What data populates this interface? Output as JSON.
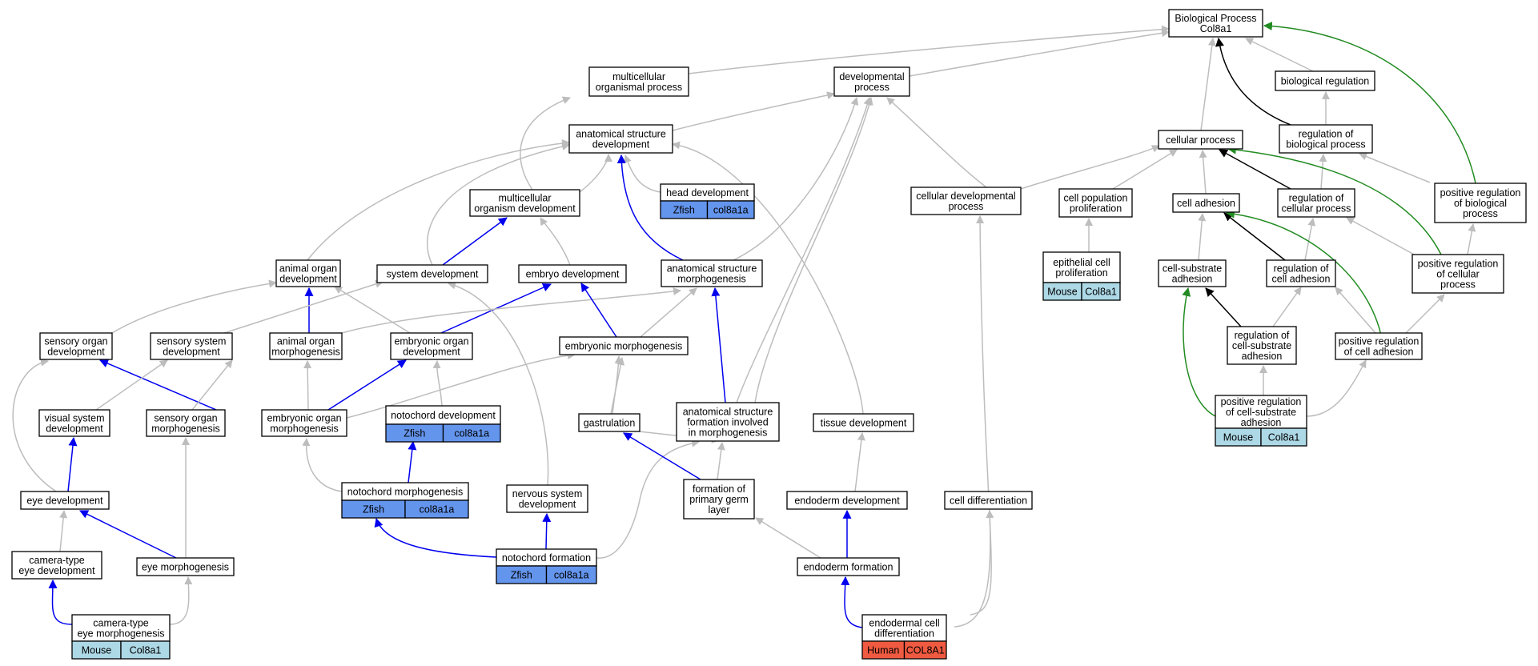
{
  "colors": {
    "gray": "#bdbdbd",
    "black": "#000000",
    "blue": "#0000ee",
    "green": "#228b22",
    "mouse": "#add8e6",
    "zfish": "#6495ed",
    "human": "#f05a40"
  },
  "nodes": {
    "bp": {
      "lines": [
        "Biological Process",
        "Col8a1"
      ]
    },
    "mop": {
      "lines": [
        "multicellular",
        "organismal process"
      ]
    },
    "dp": {
      "lines": [
        "developmental",
        "process"
      ]
    },
    "br": {
      "lines": [
        "biological regulation"
      ]
    },
    "asd": {
      "lines": [
        "anatomical structure",
        "development"
      ]
    },
    "cp": {
      "lines": [
        "cellular process"
      ]
    },
    "rbp": {
      "lines": [
        "regulation of",
        "biological process"
      ]
    },
    "hd": {
      "lines": [
        "head development"
      ],
      "species": [
        "Zfish",
        "col8a1a"
      ],
      "sp": "zfish"
    },
    "mod": {
      "lines": [
        "multicellular",
        "organism development"
      ]
    },
    "cdp": {
      "lines": [
        "cellular developmental",
        "process"
      ]
    },
    "cpp": {
      "lines": [
        "cell population",
        "proliferation"
      ]
    },
    "ca": {
      "lines": [
        "cell adhesion"
      ]
    },
    "rcp": {
      "lines": [
        "regulation of",
        "cellular process"
      ]
    },
    "prbp": {
      "lines": [
        "positive regulation",
        "of biological",
        "process"
      ]
    },
    "aod": {
      "lines": [
        "animal organ",
        "development"
      ]
    },
    "sd": {
      "lines": [
        "system development"
      ]
    },
    "ed": {
      "lines": [
        "embryo development"
      ]
    },
    "asm": {
      "lines": [
        "anatomical structure",
        "morphogenesis"
      ]
    },
    "ecp": {
      "lines": [
        "epithelial cell",
        "proliferation"
      ],
      "species": [
        "Mouse",
        "Col8a1"
      ],
      "sp": "mouse"
    },
    "csa": {
      "lines": [
        "cell-substrate",
        "adhesion"
      ]
    },
    "rca": {
      "lines": [
        "regulation of",
        "cell adhesion"
      ]
    },
    "prcp": {
      "lines": [
        "positive regulation",
        "of cellular",
        "process"
      ]
    },
    "sod": {
      "lines": [
        "sensory organ",
        "development"
      ]
    },
    "ssd": {
      "lines": [
        "sensory system",
        "development"
      ]
    },
    "aom": {
      "lines": [
        "animal organ",
        "morphogenesis"
      ]
    },
    "eod": {
      "lines": [
        "embryonic organ",
        "development"
      ]
    },
    "em": {
      "lines": [
        "embryonic morphogenesis"
      ]
    },
    "rcsa": {
      "lines": [
        "regulation of",
        "cell-substrate",
        "adhesion"
      ]
    },
    "prca": {
      "lines": [
        "positive regulation",
        "of cell adhesion"
      ]
    },
    "vsd": {
      "lines": [
        "visual system",
        "development"
      ]
    },
    "som": {
      "lines": [
        "sensory organ",
        "morphogenesis"
      ]
    },
    "eom": {
      "lines": [
        "embryonic organ",
        "morphogenesis"
      ]
    },
    "nd": {
      "lines": [
        "notochord development"
      ],
      "species": [
        "Zfish",
        "col8a1a"
      ],
      "sp": "zfish"
    },
    "gas": {
      "lines": [
        "gastrulation"
      ]
    },
    "asf": {
      "lines": [
        "anatomical structure",
        "formation involved",
        "in morphogenesis"
      ]
    },
    "td": {
      "lines": [
        "tissue development"
      ]
    },
    "prcsa": {
      "lines": [
        "positive regulation",
        "of cell-substrate",
        "adhesion"
      ],
      "species": [
        "Mouse",
        "Col8a1"
      ],
      "sp": "mouse"
    },
    "eyed": {
      "lines": [
        "eye development"
      ]
    },
    "nm": {
      "lines": [
        "notochord morphogenesis"
      ],
      "species": [
        "Zfish",
        "col8a1a"
      ],
      "sp": "zfish"
    },
    "nsd": {
      "lines": [
        "nervous system",
        "development"
      ]
    },
    "fpgl": {
      "lines": [
        "formation of",
        "primary germ",
        "layer"
      ]
    },
    "endd": {
      "lines": [
        "endoderm development"
      ]
    },
    "celld": {
      "lines": [
        "cell differentiation"
      ]
    },
    "cted": {
      "lines": [
        "camera-type",
        "eye development"
      ]
    },
    "eyem": {
      "lines": [
        "eye morphogenesis"
      ]
    },
    "nf": {
      "lines": [
        "notochord formation"
      ],
      "species": [
        "Zfish",
        "col8a1a"
      ],
      "sp": "zfish"
    },
    "endf": {
      "lines": [
        "endoderm formation"
      ]
    },
    "ctem": {
      "lines": [
        "camera-type",
        "eye morphogenesis"
      ],
      "species": [
        "Mouse",
        "Col8a1"
      ],
      "sp": "mouse"
    },
    "edc": {
      "lines": [
        "endodermal cell",
        "differentiation"
      ],
      "species": [
        "Human",
        "COL8A1"
      ],
      "sp": "human"
    }
  }
}
